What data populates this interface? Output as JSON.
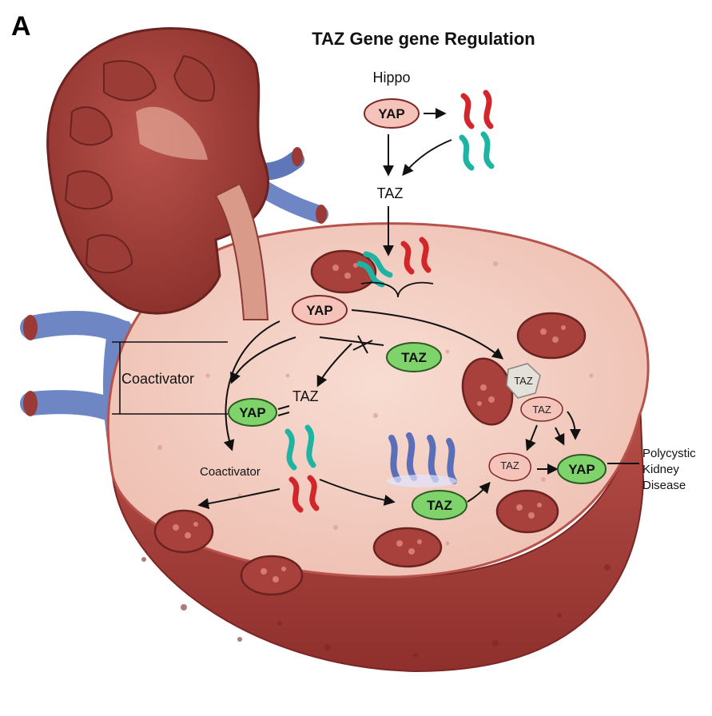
{
  "panel_label": "A",
  "title": "TAZ Gene gene Regulation",
  "labels": {
    "hippo": "Hippo",
    "taz_top": "TAZ",
    "coactivator_left": "Coactivator",
    "coactivator_center": "Coactivator",
    "taz_mid": "TAZ",
    "disease_line1": "Polycystic",
    "disease_line2": "Kidney",
    "disease_line3": "Disease"
  },
  "nodes": {
    "yap_top": "YAP",
    "yap_cell": "YAP",
    "taz_green_upper": "TAZ",
    "yap_green_left": "YAP",
    "taz_green_lower": "TAZ",
    "yap_green_right": "YAP",
    "taz_grey": "TAZ",
    "taz_pink_upper": "TAZ",
    "taz_pink_lower": "TAZ"
  },
  "colors": {
    "node_pink": "#f6c3bb",
    "node_green": "#7fd36b",
    "tissue": "#f3d0c4",
    "tissue_edge": "#b8524d",
    "kidney": "#a8463f",
    "vessel": "#6e86c4",
    "strand_red": "#d2262a",
    "strand_teal": "#1fb3a3",
    "strand_blue": "#5a6fb8"
  }
}
